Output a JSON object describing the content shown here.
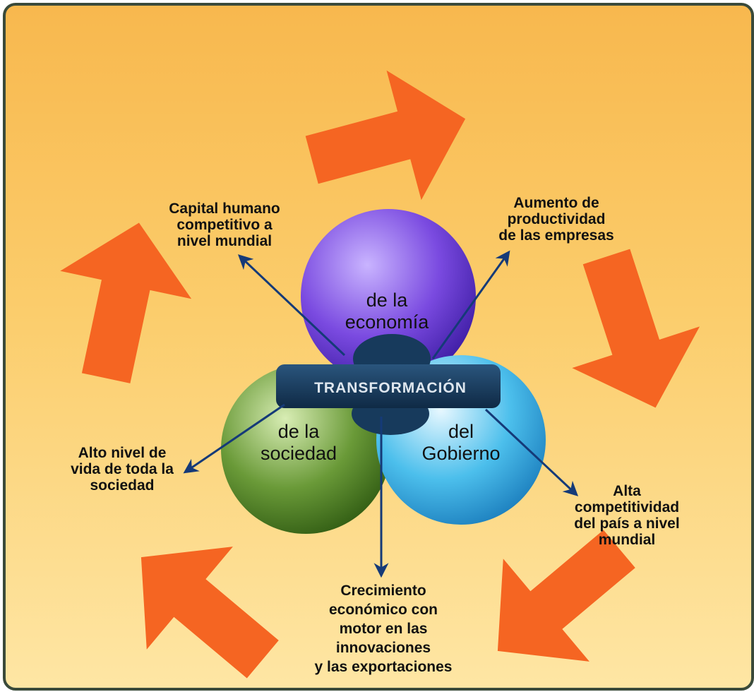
{
  "colors": {
    "background_top": "#f8b84e",
    "background_bottom": "#fee6a4",
    "cycle_arrow": "#f56522",
    "connector_arrow": "#153a78",
    "banner": "#173a5c",
    "circle_economy": "#6b3fd6",
    "circle_society": "#5b8a2c",
    "circle_government": "#48b8e6"
  },
  "banner": {
    "label": "TRANSFORMACIÓN"
  },
  "circles": {
    "economy": {
      "label": "de la\neconomía"
    },
    "society": {
      "label": "de la\nsociedad"
    },
    "government": {
      "label": "del\nGobierno"
    }
  },
  "outcomes": {
    "human_capital": "Capital humano\ncompetitivo a\nnivel mundial",
    "productivity": "Aumento de\nproductividad\nde las empresas",
    "quality_of_life": "Alto nivel de\nvida de toda la\nsociedad",
    "competitiveness": "Alta\ncompetitividad\ndel país a nivel\nmundial",
    "growth": "Crecimiento\neconómico con\nmotor en las\ninnovaciones\ny las exportaciones"
  },
  "icons": [
    "cycle-arrow",
    "connector-arrow"
  ]
}
